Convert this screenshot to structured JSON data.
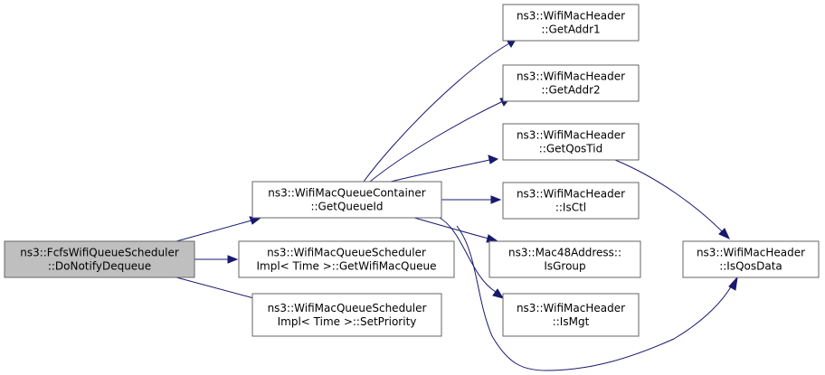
{
  "diagram": {
    "nodes": [
      {
        "id": "do-notify-dequeue",
        "lines": [
          "ns3::FcfsWifiQueueScheduler",
          "::DoNotifyDequeue"
        ],
        "fill": "#bfbfbf",
        "interactable": false
      },
      {
        "id": "get-queue-id",
        "lines": [
          "ns3::WifiMacQueueContainer",
          "::GetQueueId"
        ],
        "fill": "#ffffff",
        "interactable": true
      },
      {
        "id": "get-wifi-mac-queue",
        "lines": [
          "ns3::WifiMacQueueScheduler",
          "Impl< Time >::GetWifiMacQueue"
        ],
        "fill": "#ffffff",
        "interactable": true
      },
      {
        "id": "set-priority",
        "lines": [
          "ns3::WifiMacQueueScheduler",
          "Impl< Time >::SetPriority"
        ],
        "fill": "#ffffff",
        "interactable": true
      },
      {
        "id": "get-addr1",
        "lines": [
          "ns3::WifiMacHeader",
          "::GetAddr1"
        ],
        "fill": "#ffffff",
        "interactable": true
      },
      {
        "id": "get-addr2",
        "lines": [
          "ns3::WifiMacHeader",
          "::GetAddr2"
        ],
        "fill": "#ffffff",
        "interactable": true
      },
      {
        "id": "get-qos-tid",
        "lines": [
          "ns3::WifiMacHeader",
          "::GetQosTid"
        ],
        "fill": "#ffffff",
        "interactable": true
      },
      {
        "id": "is-ctl",
        "lines": [
          "ns3::WifiMacHeader",
          "::IsCtl"
        ],
        "fill": "#ffffff",
        "interactable": true
      },
      {
        "id": "is-group",
        "lines": [
          "ns3::Mac48Address::",
          "IsGroup"
        ],
        "fill": "#ffffff",
        "interactable": true
      },
      {
        "id": "is-mgt",
        "lines": [
          "ns3::WifiMacHeader",
          "::IsMgt"
        ],
        "fill": "#ffffff",
        "interactable": true
      },
      {
        "id": "is-qos-data",
        "lines": [
          "ns3::WifiMacHeader",
          "::IsQosData"
        ],
        "fill": "#ffffff",
        "interactable": true
      }
    ],
    "edges": [
      {
        "from": "do-notify-dequeue",
        "to": "get-queue-id"
      },
      {
        "from": "do-notify-dequeue",
        "to": "get-wifi-mac-queue"
      },
      {
        "from": "do-notify-dequeue",
        "to": "set-priority"
      },
      {
        "from": "get-queue-id",
        "to": "get-addr1"
      },
      {
        "from": "get-queue-id",
        "to": "get-addr2"
      },
      {
        "from": "get-queue-id",
        "to": "get-qos-tid"
      },
      {
        "from": "get-queue-id",
        "to": "is-ctl"
      },
      {
        "from": "get-queue-id",
        "to": "is-group"
      },
      {
        "from": "get-queue-id",
        "to": "is-mgt"
      },
      {
        "from": "get-queue-id",
        "to": "is-qos-data"
      },
      {
        "from": "get-qos-tid",
        "to": "is-qos-data"
      }
    ],
    "colors": {
      "edge": "#191970",
      "node_border": "#666666",
      "root_fill": "#bfbfbf",
      "node_fill": "#ffffff"
    }
  }
}
